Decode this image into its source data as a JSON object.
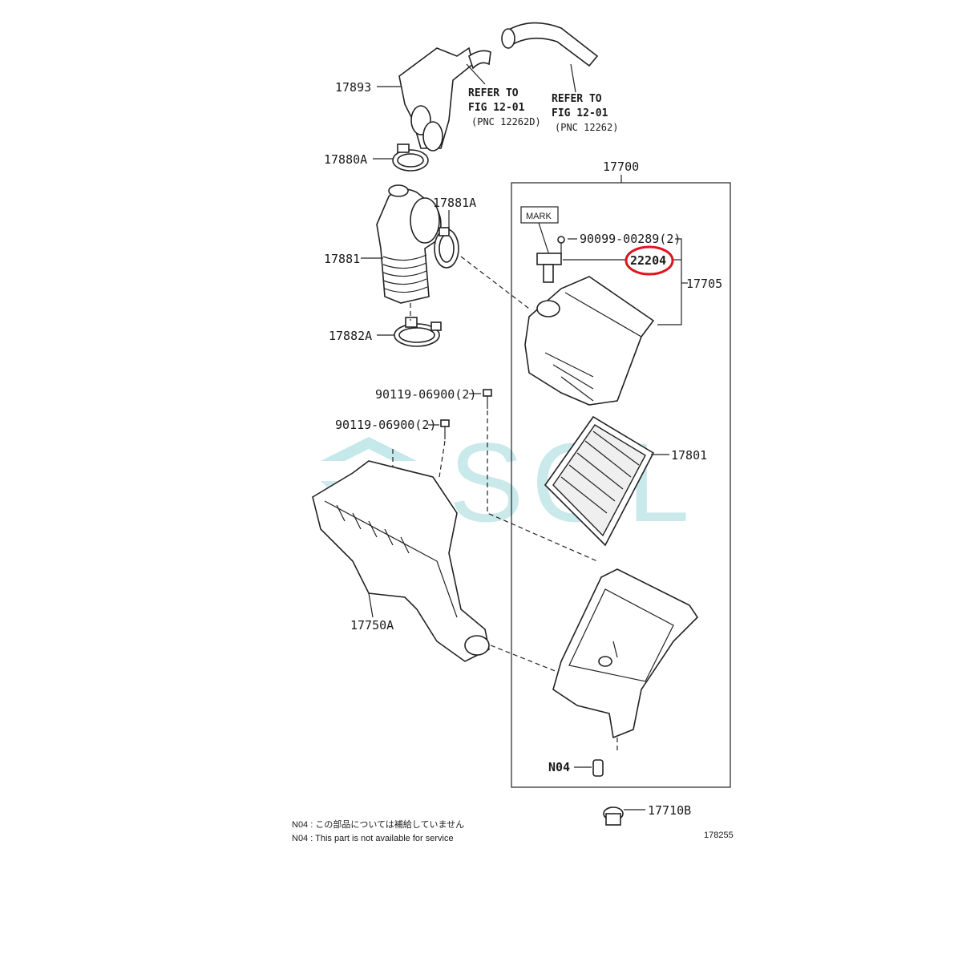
{
  "callouts": {
    "p17893": "17893",
    "p17880A": "17880A",
    "p17881A": "17881A",
    "p17881": "17881",
    "p17882A": "17882A",
    "p17700": "17700",
    "p90099": "90099-00289(2)",
    "p22204": "22204",
    "p17705": "17705",
    "p90119a": "90119-06900(2)",
    "p90119b": "90119-06900(2)",
    "p17801": "17801",
    "p17750A": "17750A",
    "pN04": "N04",
    "p17710B": "17710B",
    "mark": "MARK"
  },
  "refer1": {
    "line1": "REFER TO",
    "line2": "FIG 12-01",
    "line3": "(PNC 12262D)"
  },
  "refer2": {
    "line1": "REFER TO",
    "line2": "FIG 12-01",
    "line3": "(PNC 12262)"
  },
  "notes": {
    "jp": "N04 : この部品については補給していません",
    "en": "N04 : This part is not available for service"
  },
  "figure_id": "178255",
  "watermark": "SOL",
  "colors": {
    "highlight": "#e0141e",
    "watermark": "#9fd8dc",
    "line": "#222222"
  }
}
